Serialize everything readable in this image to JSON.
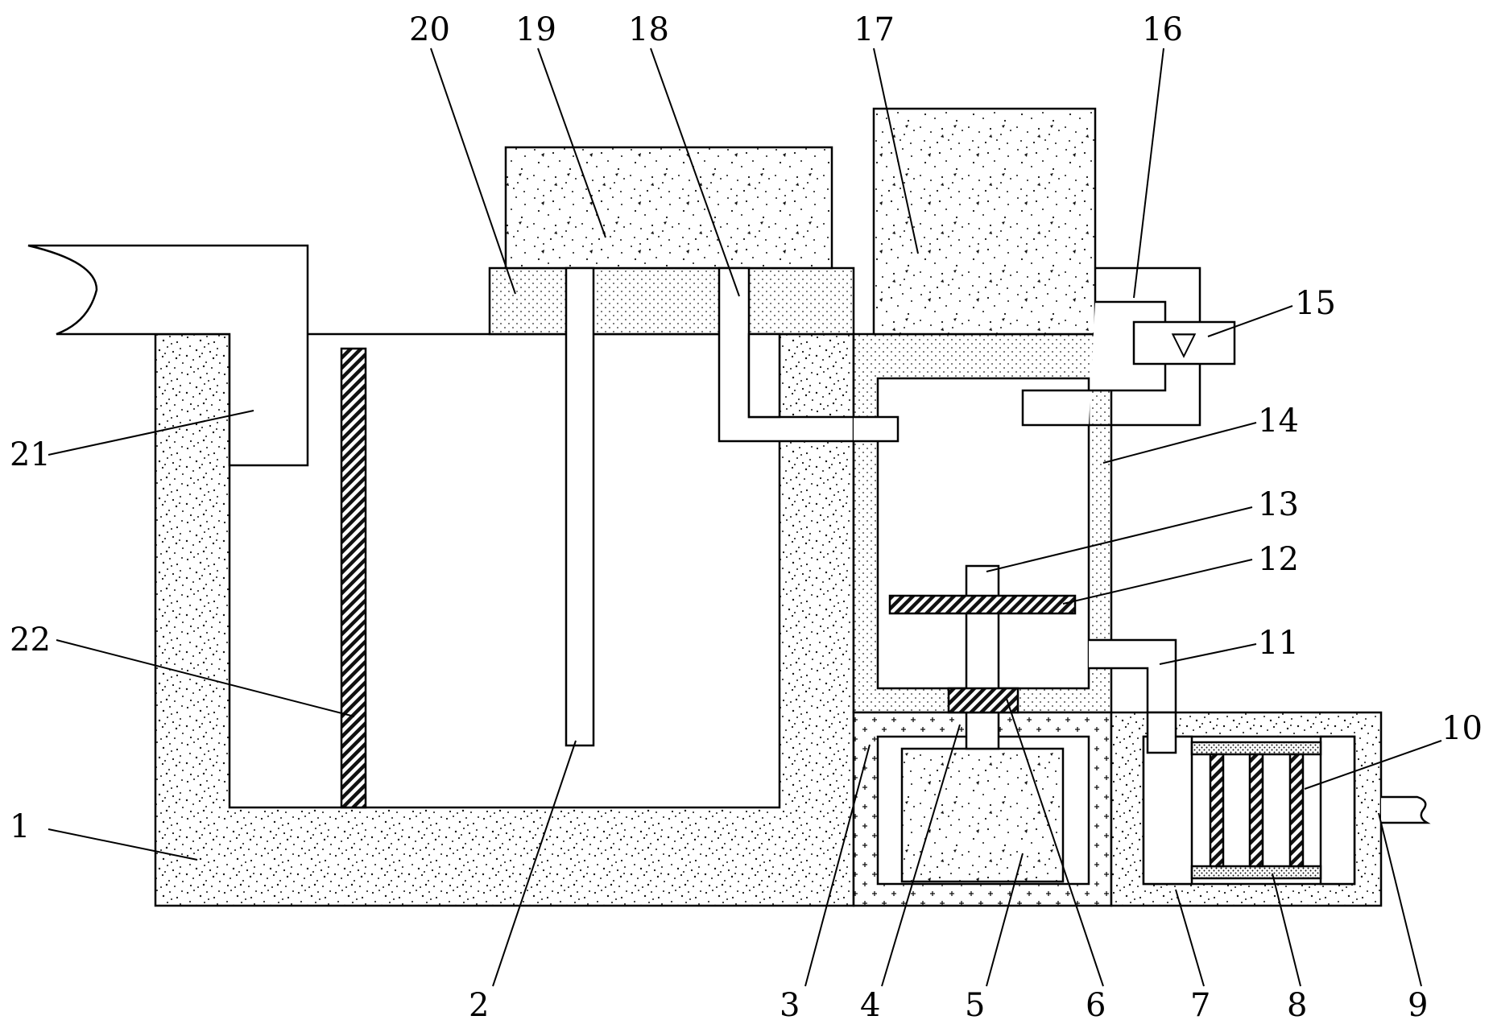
{
  "diagram": {
    "labels": [
      "1",
      "2",
      "3",
      "4",
      "5",
      "6",
      "7",
      "8",
      "9",
      "10",
      "11",
      "12",
      "13",
      "14",
      "15",
      "16",
      "17",
      "18",
      "19",
      "20",
      "21",
      "22"
    ],
    "valve_symbol": "▽"
  },
  "colors": {
    "line": "#000000",
    "background": "#ffffff",
    "speckle": "#111111"
  }
}
